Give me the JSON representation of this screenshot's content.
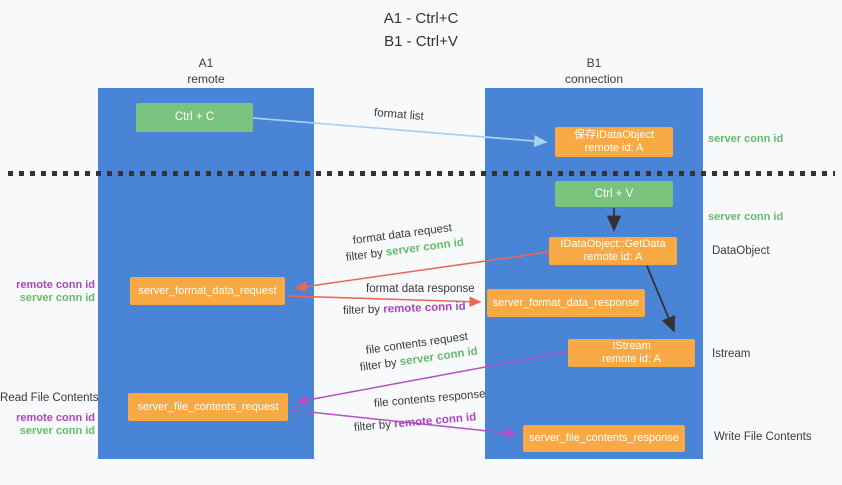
{
  "title": {
    "line1": "A1 - Ctrl+C",
    "line2": "B1 - Ctrl+V"
  },
  "lanes": {
    "left": {
      "id": "A1",
      "role": "remote"
    },
    "right": {
      "id": "B1",
      "role": "connection"
    }
  },
  "nodes": {
    "ctrl_c": {
      "label": "Ctrl + C"
    },
    "save_idataobject": {
      "line1": "保存IDataObject",
      "line2": "remote id: A"
    },
    "ctrl_v": {
      "label": "Ctrl + V"
    },
    "getdata": {
      "line1": "IDataObject::GetData",
      "line2": "remote id: A"
    },
    "format_request": {
      "label": "server_format_data_request"
    },
    "format_response": {
      "label": "server_format_data_response"
    },
    "istream": {
      "line1": "IStream",
      "line2": "remote id: A"
    },
    "file_request": {
      "label": "server_file_contents_request"
    },
    "file_response": {
      "label": "server_file_contents_response"
    }
  },
  "flow_labels": {
    "format_list": "format list",
    "format_data_request": "format data request",
    "format_data_response": "format data response",
    "file_contents_request": "file contents request",
    "file_contents_response": "file contents response",
    "filter_by": "filter by ",
    "server_conn_id": "server conn id",
    "remote_conn_id": "remote conn id"
  },
  "side_labels": {
    "left": {
      "remote_conn_id": "remote conn id",
      "server_conn_id": "server conn id",
      "read_file_contents": "Read File Contents",
      "remote_conn_id2": "remote conn id",
      "server_conn_id2": "server conn id"
    },
    "right": {
      "server_conn_id_top": "server conn id",
      "server_conn_id_mid": "server conn id",
      "dataobject": "DataObject",
      "istream": "Istream",
      "write_file_contents": "Write File Contents"
    }
  },
  "colors": {
    "lane_blue": "#4a84d6",
    "node_green": "#79c37e",
    "node_orange": "#f8a944",
    "arrow_lightblue": "#a9d2f0",
    "arrow_black": "#333333",
    "arrow_red": "#e96758",
    "arrow_purple": "#b44fc5",
    "text_green": "#66bb6a",
    "text_purple": "#ab47bc",
    "text_dark": "#3a3a3a"
  }
}
